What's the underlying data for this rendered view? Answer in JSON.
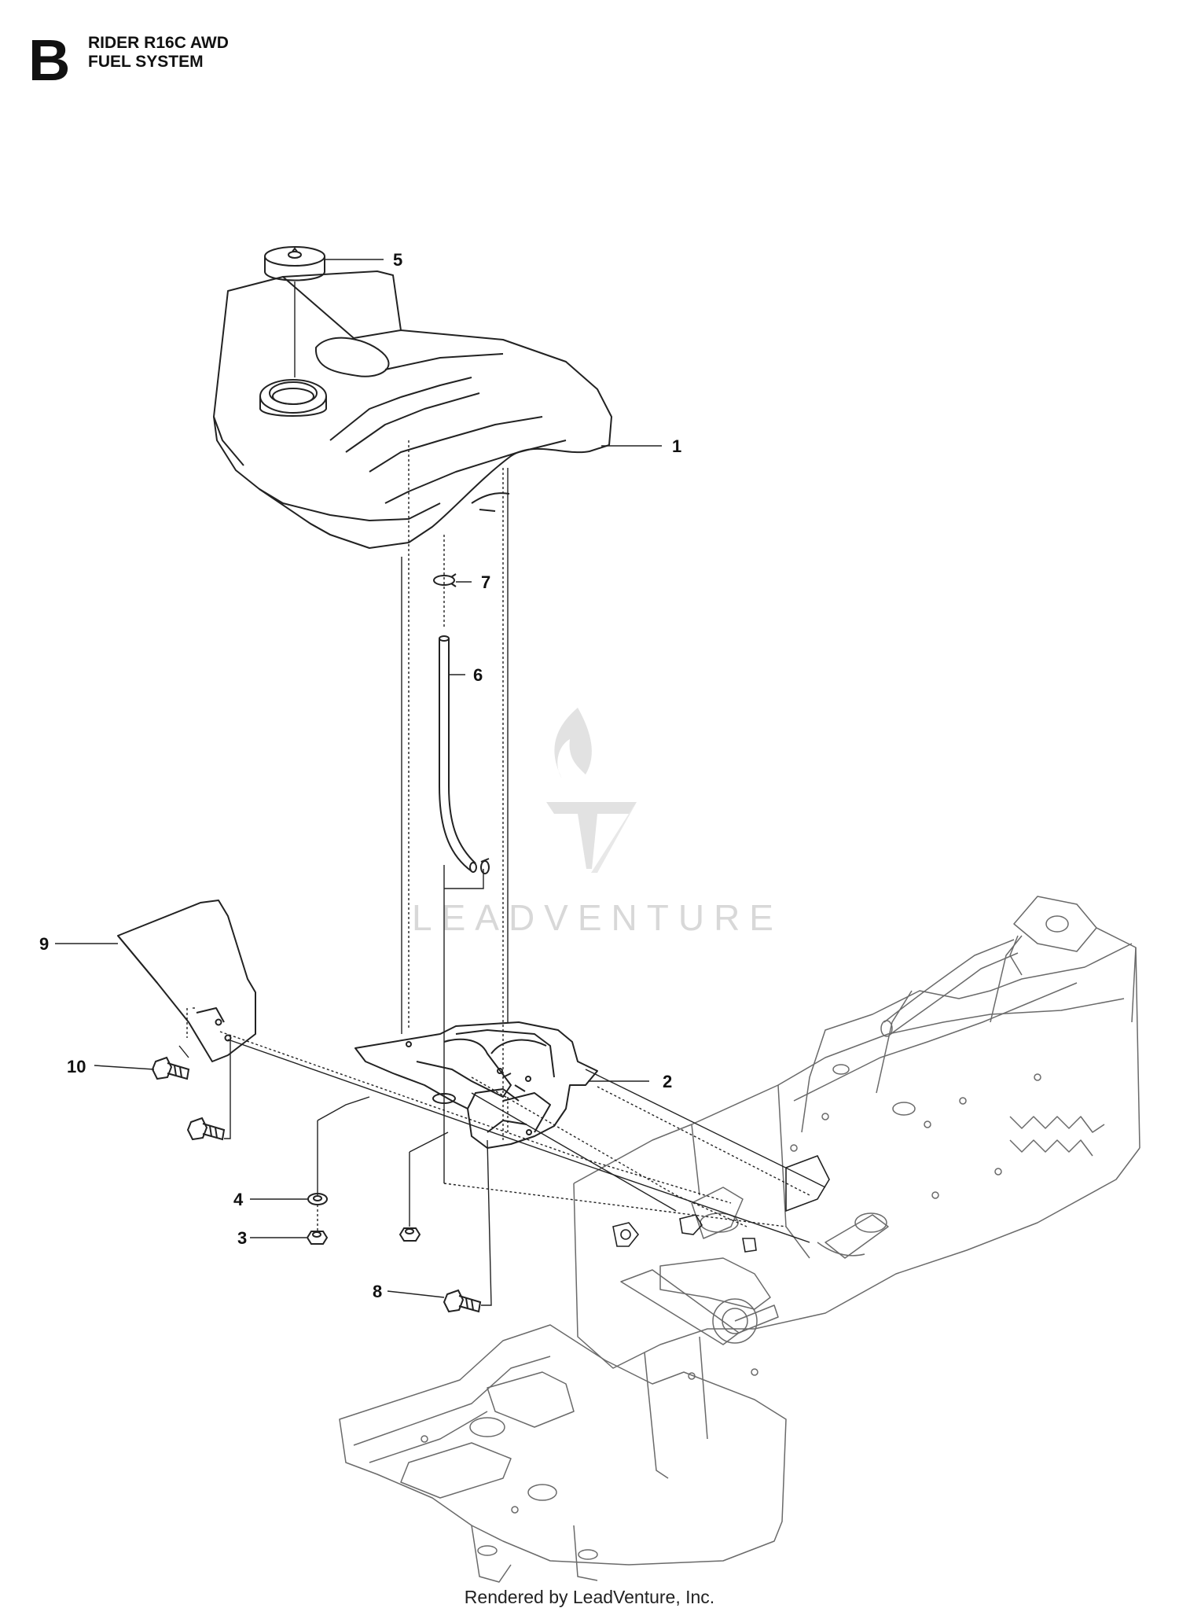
{
  "header": {
    "section_letter": "B",
    "model": "RIDER R16C AWD",
    "system": "FUEL SYSTEM"
  },
  "watermark": {
    "brand": "LEADVENTURE",
    "icon": "flame-v-logo-icon"
  },
  "callouts": [
    {
      "id": "5",
      "part": "fuel-cap"
    },
    {
      "id": "1",
      "part": "fuel-tank"
    },
    {
      "id": "7",
      "part": "hose-clamp-top"
    },
    {
      "id": "6",
      "part": "fuel-hose"
    },
    {
      "id": "9",
      "part": "side-bracket"
    },
    {
      "id": "10",
      "part": "bolt-upper"
    },
    {
      "id": "2",
      "part": "tank-support"
    },
    {
      "id": "4",
      "part": "washer"
    },
    {
      "id": "3",
      "part": "nut"
    },
    {
      "id": "8",
      "part": "bolt-lower"
    }
  ],
  "footer": {
    "text": "Rendered by LeadVenture, Inc."
  },
  "colors": {
    "line": "#222222",
    "frame_line": "#6a6a6a",
    "watermark": "#d8d8d8"
  }
}
